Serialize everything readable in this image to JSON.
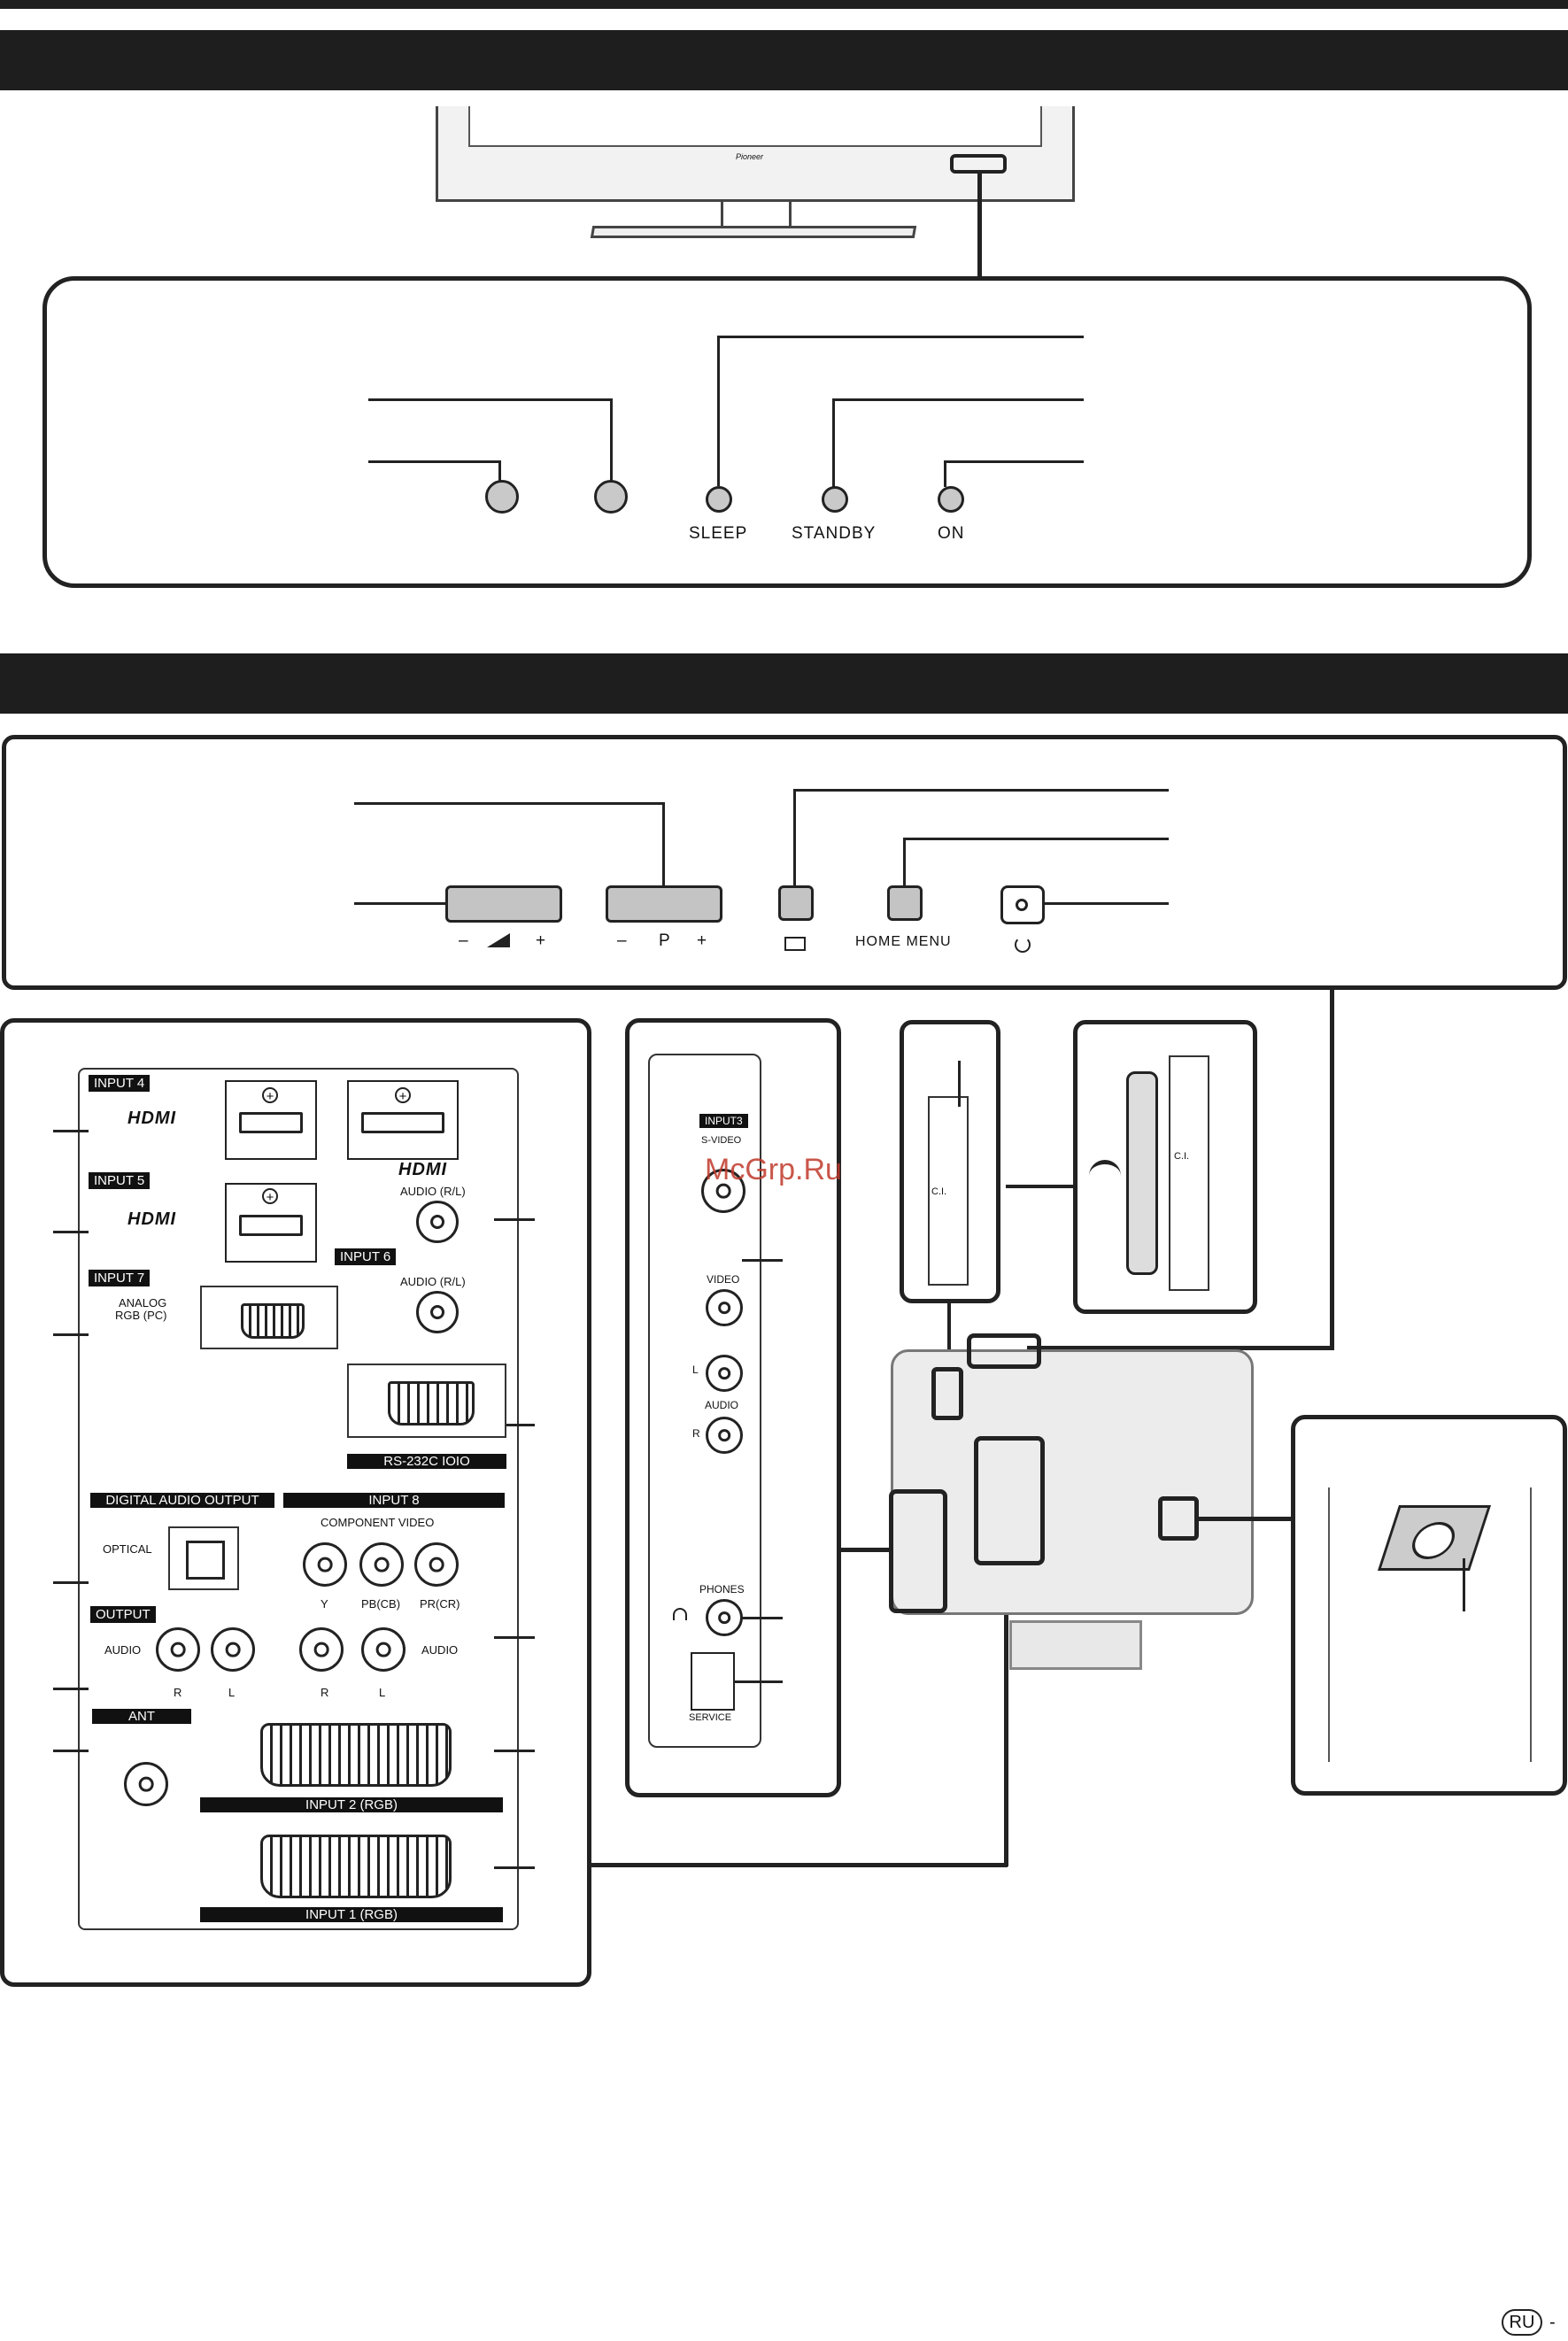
{
  "front_panel": {
    "indicators": {
      "sleep": "SLEEP",
      "standby": "STANDBY",
      "on": "ON"
    }
  },
  "control_panel": {
    "volume_minus": "–",
    "volume_plus": "+",
    "channel_minus": "–",
    "channel_p": "P",
    "channel_plus": "+",
    "home_menu": "HOME MENU"
  },
  "rear_panel": {
    "input4": "INPUT 4",
    "input5": "INPUT 5",
    "input6": "INPUT 6",
    "input7": "INPUT 7",
    "hdmi": "HDMI",
    "audio_rl": "AUDIO (R/L)",
    "analog_rgb": "ANALOG",
    "analog_rgb2": "RGB (PC)",
    "rs232": "RS-232C IOIO",
    "digital_audio_output": "DIGITAL AUDIO OUTPUT",
    "optical": "OPTICAL",
    "input8": "INPUT 8",
    "component_video": "COMPONENT  VIDEO",
    "y": "Y",
    "pb": "PB(CB)",
    "pr": "PR(CR)",
    "output": "OUTPUT",
    "audio": "AUDIO",
    "r": "R",
    "l": "L",
    "ant": "ANT",
    "input2": "INPUT  2  (RGB)",
    "input1": "INPUT  1  (RGB)"
  },
  "side_panel": {
    "input3": "INPUT3",
    "s_video": "S-VIDEO",
    "video": "VIDEO",
    "l": "L",
    "audio": "AUDIO",
    "r": "R",
    "phones": "PHONES",
    "service": "SERVICE"
  },
  "ci_slot": {
    "ci": "C.I."
  },
  "brand": "Pioneer",
  "watermark": "McGrp.Ru",
  "footer": {
    "lang": "RU",
    "dash": "-"
  }
}
